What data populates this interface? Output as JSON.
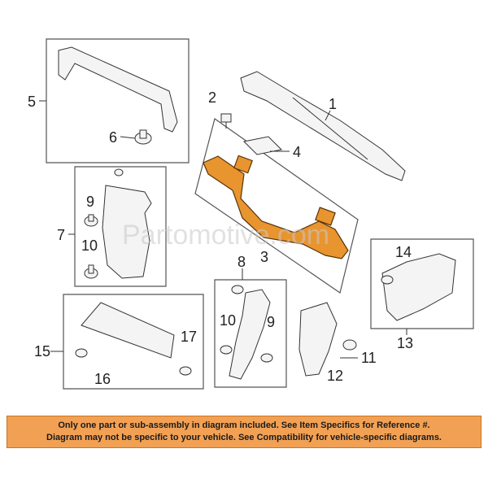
{
  "callouts": {
    "c1": "1",
    "c2": "2",
    "c3": "3",
    "c4": "4",
    "c5": "5",
    "c6": "6",
    "c7": "7",
    "c8": "8",
    "c9a": "9",
    "c9b": "9",
    "c10a": "10",
    "c10b": "10",
    "c11": "11",
    "c12": "12",
    "c13": "13",
    "c14": "14",
    "c15": "15",
    "c16": "16",
    "c17": "17"
  },
  "watermark": "Partomotive.com",
  "notice": {
    "line1": "Only one part or sub-assembly in diagram included. See Item Specifics for Reference #.",
    "line2": "Diagram may not be specific to your vehicle. See Compatibility for vehicle-specific diagrams."
  },
  "colors": {
    "highlight": "#e8952f",
    "notice_bg": "#f2a154"
  }
}
